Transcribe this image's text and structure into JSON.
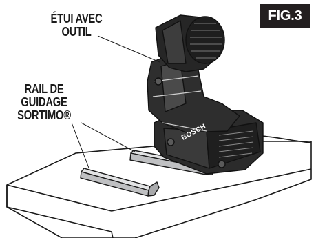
{
  "figure": {
    "badge": "FIG.3"
  },
  "callouts": {
    "case_line1": "ÉTUI AVEC",
    "case_line2": "OUTIL",
    "rail_line1": "RAIL DE",
    "rail_line2": "GUIDAGE",
    "rail_line3": "SORTIMO®"
  },
  "brand_mark": "BOSCH",
  "colors": {
    "ink": "#1a1a1a",
    "badge_bg": "#231f20",
    "rail_fill": "#cfd0d1",
    "tool_fill": "#2b2b2b"
  }
}
